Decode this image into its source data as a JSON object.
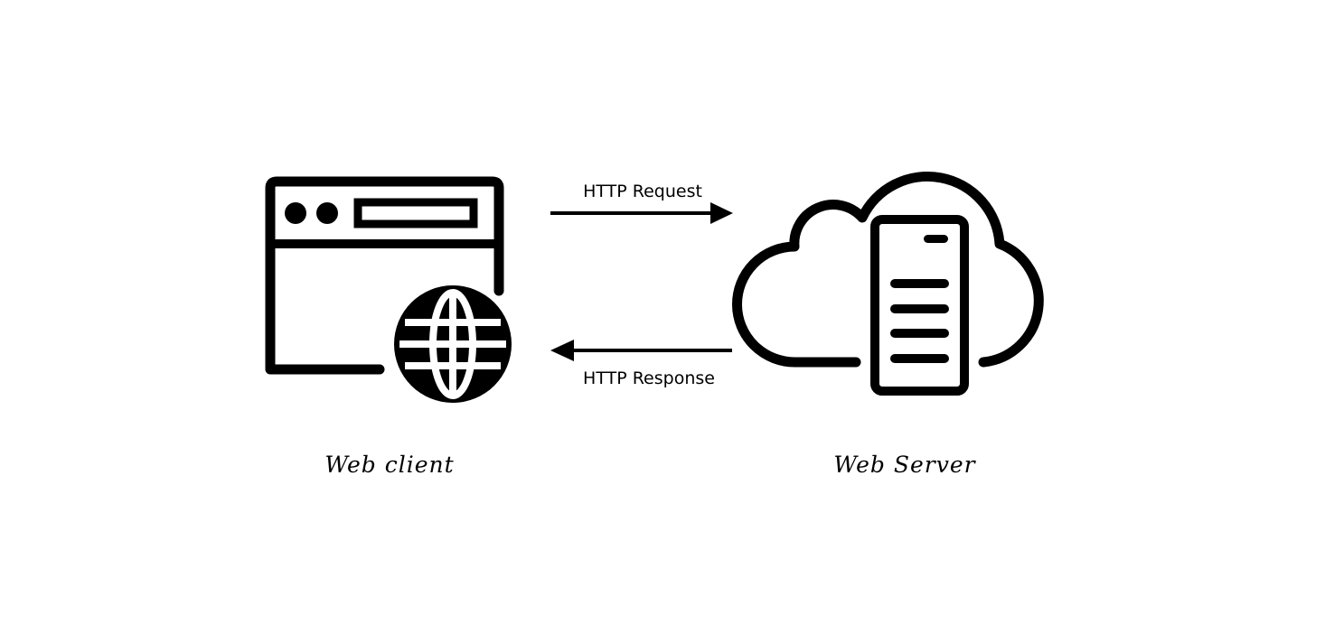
{
  "nodes": {
    "client": {
      "label": "Web client",
      "icon": "browser-globe-icon"
    },
    "server": {
      "label": "Web Server",
      "icon": "cloud-server-icon"
    }
  },
  "edges": {
    "request": {
      "label": "HTTP Request",
      "from": "client",
      "to": "server"
    },
    "response": {
      "label": "HTTP Response",
      "from": "server",
      "to": "client"
    }
  },
  "colors": {
    "ink": "#000000",
    "background": "#ffffff"
  }
}
